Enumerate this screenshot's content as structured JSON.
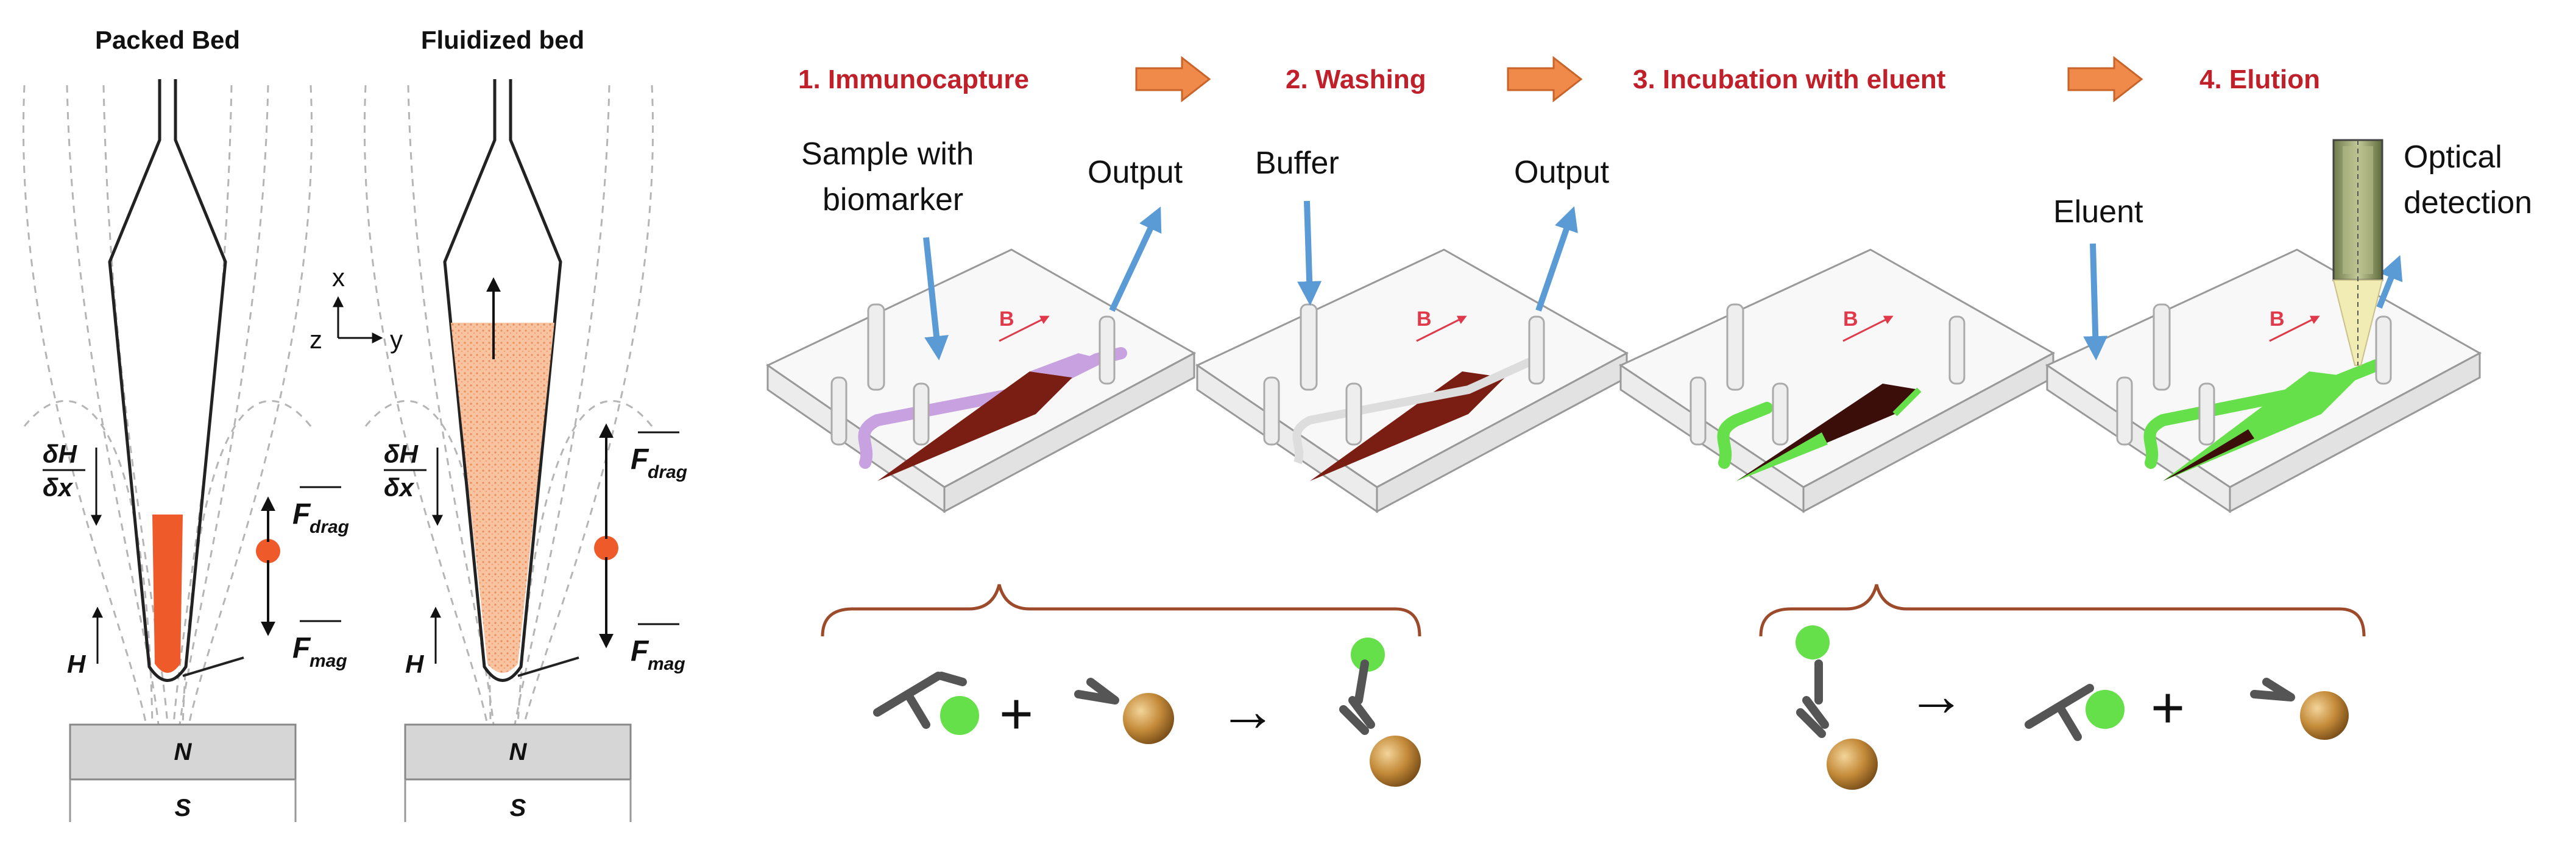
{
  "left": {
    "packed": {
      "title": "Packed Bed",
      "field_grad_top": "δH",
      "field_grad_bottom": "δx",
      "field_label": "H",
      "force_drag": "F",
      "force_drag_sub": "drag",
      "force_mag": "F",
      "force_mag_sub": "mag",
      "magnet_north": "N",
      "magnet_south": "S"
    },
    "fluidized": {
      "title": "Fluidized bed",
      "field_grad_top": "δH",
      "field_grad_bottom": "δx",
      "field_label": "H",
      "force_drag": "F",
      "force_drag_sub": "drag",
      "force_mag": "F",
      "force_mag_sub": "mag",
      "magnet_north": "N",
      "magnet_south": "S"
    },
    "axes": {
      "x": "x",
      "y": "y",
      "z": "z"
    }
  },
  "steps": [
    {
      "label": "1. Immunocapture",
      "color": "#c0202a"
    },
    {
      "label": "2. Washing",
      "color": "#c0202a"
    },
    {
      "label": "3. Incubation with eluent",
      "color": "#c0202a"
    },
    {
      "label": "4. Elution",
      "color": "#c0202a"
    }
  ],
  "annotations": {
    "sample_line1": "Sample with",
    "sample_line2": "biomarker",
    "output1": "Output",
    "buffer": "Buffer",
    "output2": "Output",
    "eluent": "Eluent",
    "optical_line1": "Optical",
    "optical_line2": "detection",
    "field_symbol": "B"
  },
  "equations": {
    "plus1": "+",
    "arrow1": "→",
    "arrow2": "→",
    "plus2": "+"
  },
  "colors": {
    "step_text": "#c0202a",
    "arrow_fill": "#f08a4b",
    "arrow_stroke": "#c8642a",
    "flow_arrow": "#5b9bd5",
    "packed_particles": "#ee5a2a",
    "fluidized_particles": "#f4b08a",
    "sample_fluid": "#c8a2e0",
    "eluent_fluid": "#66e04a",
    "bed": "#7a1e14",
    "brace": "#9c4a2a",
    "bead": "#c48b3a",
    "magnet": "#d6d6d6"
  }
}
